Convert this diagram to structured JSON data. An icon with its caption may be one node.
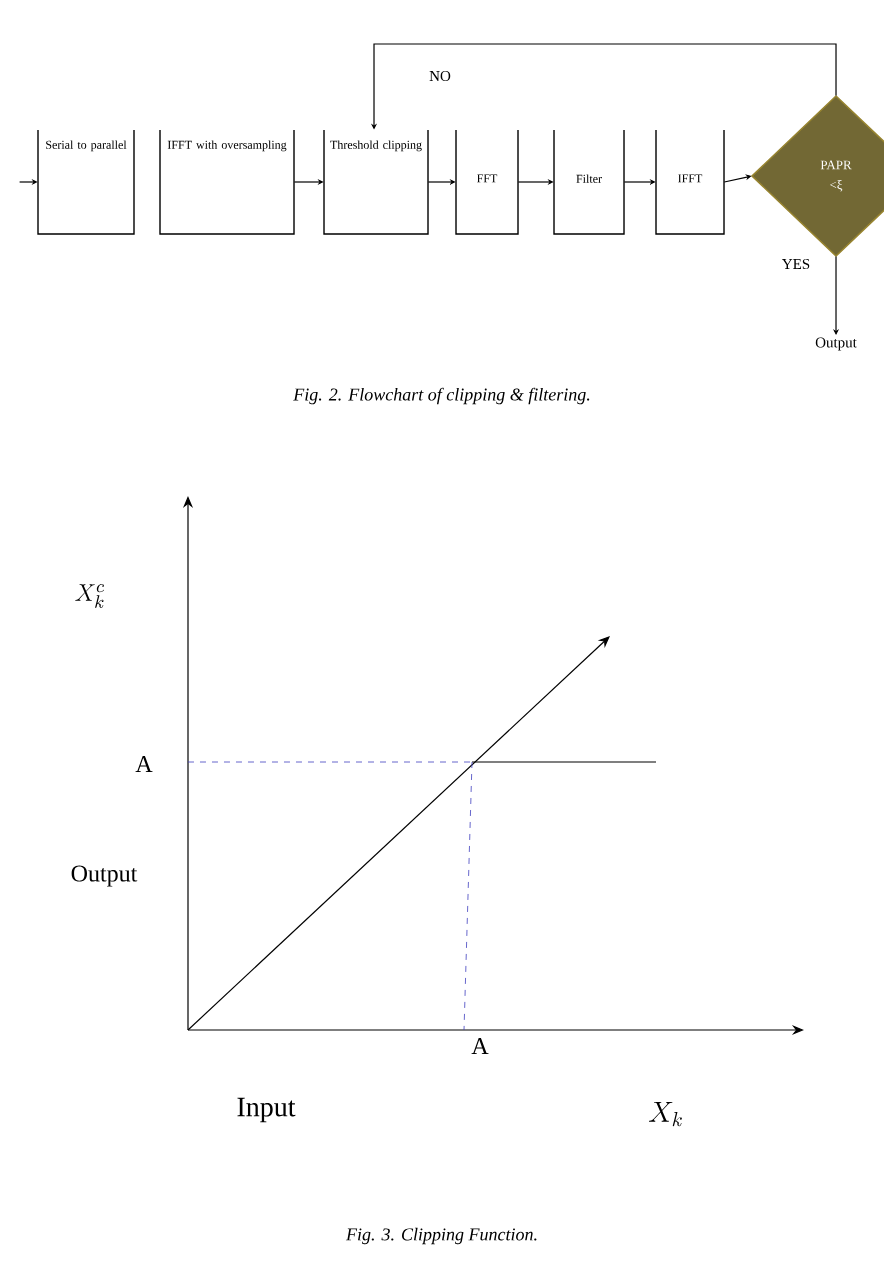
{
  "diagram": {
    "nodes": [
      {
        "text": [
          "Serial to parallel"
        ]
      },
      {
        "text": [
          "IFFT with oversampling"
        ]
      },
      {
        "text": [
          "Threshold clipping"
        ]
      },
      {
        "text": [
          "FFT"
        ]
      },
      {
        "text": [
          "Filter"
        ]
      },
      {
        "text": [
          "IFFT"
        ]
      },
      {
        "text": [
          "PAPR",
          "<ξ"
        ]
      },
      {
        "text": [
          "Output"
        ]
      }
    ],
    "edges": [
      {
        "from": null,
        "to": 0,
        "arrow": "to"
      },
      {
        "from": 1,
        "to": 2,
        "arrow": "to"
      },
      {
        "from": 2,
        "to": 3,
        "arrow": "to"
      },
      {
        "from": 3,
        "to": 4,
        "arrow": "to"
      },
      {
        "from": 4,
        "to": 5,
        "arrow": "to"
      },
      {
        "from": 5,
        "to": 6,
        "arrow": "to"
      },
      {
        "from": 6,
        "to": 2,
        "arrow": "to",
        "label": "NO"
      },
      {
        "from": 6,
        "to": 7,
        "arrow": "to",
        "label": "YES"
      }
    ],
    "labels": [
      "Fig. 2. Flowchart of clipping & filtering.",
      "X_k^c",
      "A",
      "Output",
      "A",
      "Input",
      "X_k",
      "Fig. 3. Clipping Function."
    ]
  }
}
